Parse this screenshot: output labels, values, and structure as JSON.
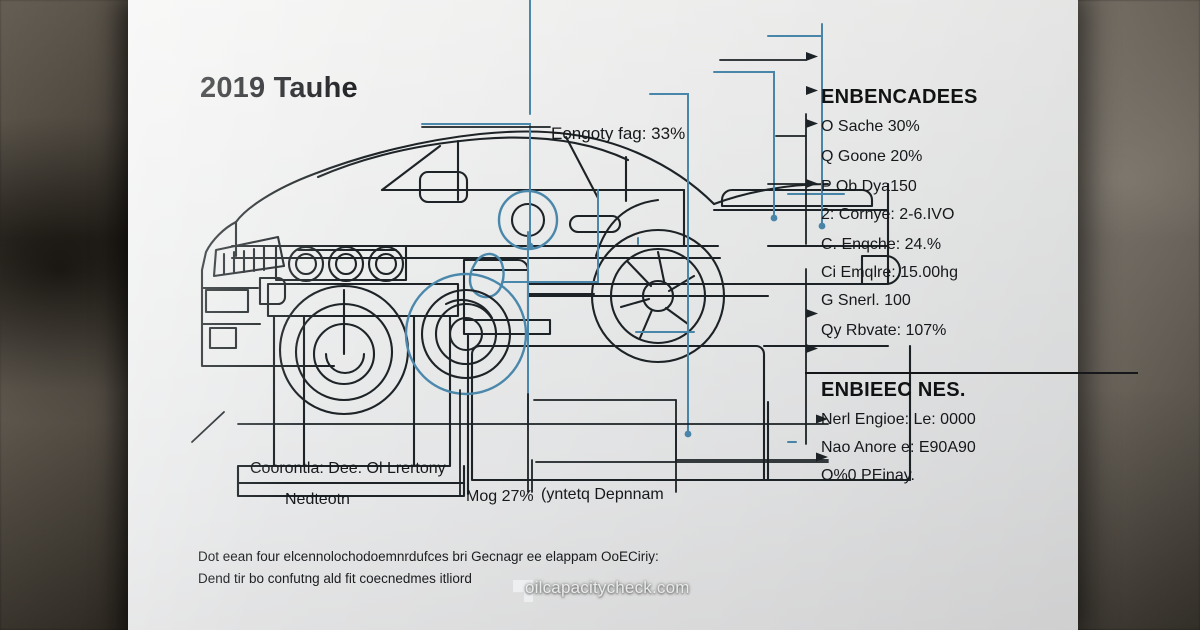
{
  "document": {
    "title": "2019 Tauhe",
    "watermark": "oilcapacitycheck.com",
    "watermark_icon": "site-logo-icon"
  },
  "callouts": {
    "top_center": "Eongoty fag: 33%",
    "left_primary": "Coorontla: Dee. Ol Lrertony",
    "left_secondary": "Nedteotn",
    "mid_value": "Mog 27%",
    "mid_label": "(yntetq Depnnam"
  },
  "panels": [
    {
      "heading": "ENBENCADEES",
      "items": [
        "O Sache 30%",
        "Q Goone 20%",
        "P Ob Dya150",
        "2: Cornye: 2-6.IVO",
        "C. Enqche: 24.%",
        "Ci Emqlre: 15.00hg",
        "G Snerl. 100",
        "Qy Rbvate: 107%"
      ]
    },
    {
      "heading": "ENBIEEC NES.",
      "items": [
        "Nerl Engioe: Le: 0000",
        "Nao Anore e: E90A90",
        "O%0 PEinay."
      ]
    }
  ],
  "footer": {
    "line1": "Dot eean four elcennolochodoemnrdufces bri Gecnagr ee elappam OoECiriy:",
    "line2": "Dend tir bo confutng ald fit coecnedmes itliord"
  },
  "colors": {
    "paper": "#eceded",
    "ink": "#17191c",
    "line": "#1d2326",
    "accent": "#4b89ad"
  },
  "diagram": {
    "type": "technical-line-drawing",
    "subject": "car-side-cutaway-with-engine-oil-system"
  }
}
